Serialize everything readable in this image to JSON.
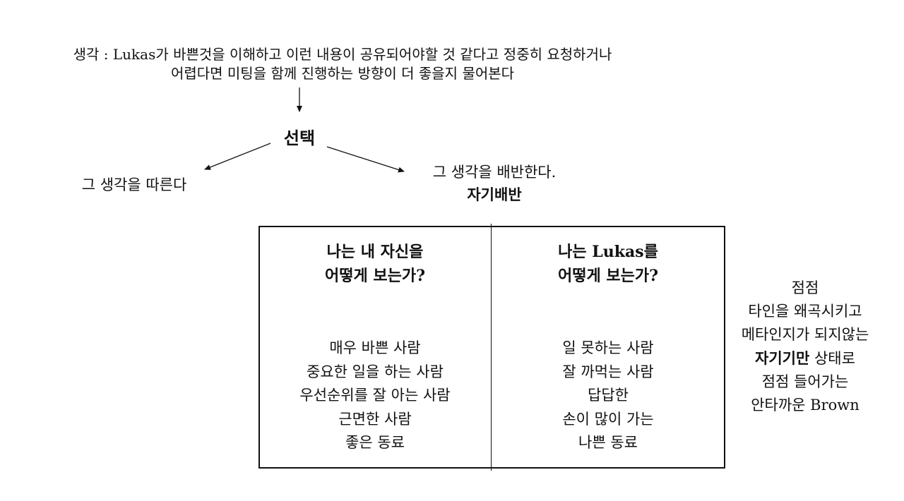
{
  "thought": {
    "line1": "생각 : Lukas가 바쁜것을 이해하고 이런 내용이 공유되어야할 것 같다고 정중히 요청하거나",
    "line2": "어렵다면 미팅을 함께 진행하는 방향이 더 좋을지 물어본다"
  },
  "choice": "선택",
  "options": {
    "follow": "그 생각을 따른다",
    "betray": "그 생각을 배반한다.",
    "betray_label": "자기배반"
  },
  "table": {
    "left": {
      "heading_line1": "나는 내 자신을",
      "heading_line2": "어떻게 보는가?",
      "items": [
        "매우 바쁜 사람",
        "중요한 일을 하는 사람",
        "우선순위를 잘 아는 사람",
        "근면한 사람",
        "좋은 동료"
      ]
    },
    "right": {
      "heading_line1": "나는 Lukas를",
      "heading_line2": "어떻게 보는가?",
      "items": [
        "일 못하는 사람",
        "잘 까먹는 사람",
        "답답한",
        "손이 많이 가는",
        "나쁜 동료"
      ]
    }
  },
  "side_note": {
    "line1": "점점",
    "line2": "타인을 왜곡시키고",
    "line3": "메타인지가 되지않는",
    "line4_bold": "자기기만",
    "line4_rest": " 상태로",
    "line5": "점점 들어가는",
    "line6": "안타까운 Brown"
  },
  "colors": {
    "text": "#111111",
    "background": "#ffffff"
  }
}
